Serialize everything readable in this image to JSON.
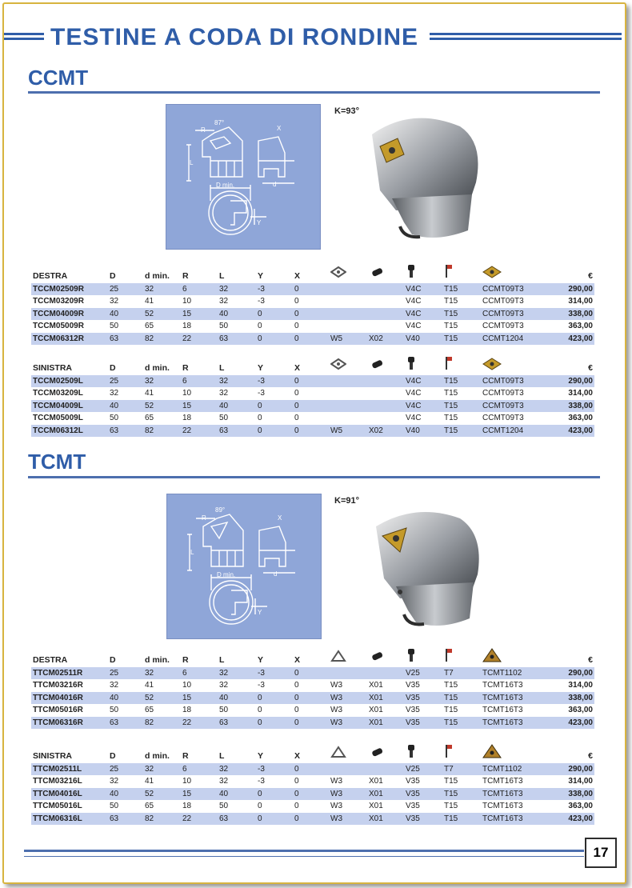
{
  "page": {
    "title": "TESTINE A CODA DI RONDINE",
    "page_number": "17",
    "currency_header": "€"
  },
  "colors": {
    "accent": "#2f5da8",
    "row_shade": "#c5d1ee",
    "diagram_bg": "#8fa6d8",
    "frame": "#d8b440"
  },
  "columns": [
    "D",
    "d min.",
    "R",
    "L",
    "Y",
    "X"
  ],
  "icons": [
    "insert-outline-icon",
    "screw-icon",
    "clamp-screw-icon",
    "key-icon",
    "insert-icon"
  ],
  "sections": [
    {
      "heading": "CCMT",
      "angle": "K=93°",
      "diagram": {
        "angle_label": "87°",
        "r_label": "R",
        "l_label": "L",
        "x_label": "X",
        "dmin_label": "D min.",
        "d_label": "d",
        "y_label": "Y"
      },
      "tables": [
        {
          "label": "DESTRA",
          "rows": [
            [
              "TCCM02509R",
              "25",
              "32",
              "6",
              "32",
              "-3",
              "0",
              "",
              "",
              "V4C",
              "T15",
              "CCMT09T3",
              "290,00"
            ],
            [
              "TCCM03209R",
              "32",
              "41",
              "10",
              "32",
              "-3",
              "0",
              "",
              "",
              "V4C",
              "T15",
              "CCMT09T3",
              "314,00"
            ],
            [
              "TCCM04009R",
              "40",
              "52",
              "15",
              "40",
              "0",
              "0",
              "",
              "",
              "V4C",
              "T15",
              "CCMT09T3",
              "338,00"
            ],
            [
              "TCCM05009R",
              "50",
              "65",
              "18",
              "50",
              "0",
              "0",
              "",
              "",
              "V4C",
              "T15",
              "CCMT09T3",
              "363,00"
            ],
            [
              "TCCM06312R",
              "63",
              "82",
              "22",
              "63",
              "0",
              "0",
              "W5",
              "X02",
              "V40",
              "T15",
              "CCMT1204",
              "423,00"
            ]
          ]
        },
        {
          "label": "SINISTRA",
          "rows": [
            [
              "TCCM02509L",
              "25",
              "32",
              "6",
              "32",
              "-3",
              "0",
              "",
              "",
              "V4C",
              "T15",
              "CCMT09T3",
              "290,00"
            ],
            [
              "TCCM03209L",
              "32",
              "41",
              "10",
              "32",
              "-3",
              "0",
              "",
              "",
              "V4C",
              "T15",
              "CCMT09T3",
              "314,00"
            ],
            [
              "TCCM04009L",
              "40",
              "52",
              "15",
              "40",
              "0",
              "0",
              "",
              "",
              "V4C",
              "T15",
              "CCMT09T3",
              "338,00"
            ],
            [
              "TCCM05009L",
              "50",
              "65",
              "18",
              "50",
              "0",
              "0",
              "",
              "",
              "V4C",
              "T15",
              "CCMT09T3",
              "363,00"
            ],
            [
              "TCCM06312L",
              "63",
              "82",
              "22",
              "63",
              "0",
              "0",
              "W5",
              "X02",
              "V40",
              "T15",
              "CCMT1204",
              "423,00"
            ]
          ]
        }
      ]
    },
    {
      "heading": "TCMT",
      "angle": "K=91°",
      "diagram": {
        "angle_label": "89°",
        "r_label": "R",
        "l_label": "L",
        "x_label": "X",
        "dmin_label": "D min.",
        "d_label": "d",
        "y_label": "Y"
      },
      "tables": [
        {
          "label": "DESTRA",
          "rows": [
            [
              "TTCM02511R",
              "25",
              "32",
              "6",
              "32",
              "-3",
              "0",
              "",
              "",
              "V25",
              "T7",
              "TCMT1102",
              "290,00"
            ],
            [
              "TTCM03216R",
              "32",
              "41",
              "10",
              "32",
              "-3",
              "0",
              "W3",
              "X01",
              "V35",
              "T15",
              "TCMT16T3",
              "314,00"
            ],
            [
              "TTCM04016R",
              "40",
              "52",
              "15",
              "40",
              "0",
              "0",
              "W3",
              "X01",
              "V35",
              "T15",
              "TCMT16T3",
              "338,00"
            ],
            [
              "TTCM05016R",
              "50",
              "65",
              "18",
              "50",
              "0",
              "0",
              "W3",
              "X01",
              "V35",
              "T15",
              "TCMT16T3",
              "363,00"
            ],
            [
              "TTCM06316R",
              "63",
              "82",
              "22",
              "63",
              "0",
              "0",
              "W3",
              "X01",
              "V35",
              "T15",
              "TCMT16T3",
              "423,00"
            ]
          ]
        },
        {
          "label": "SINISTRA",
          "rows": [
            [
              "TTCM02511L",
              "25",
              "32",
              "6",
              "32",
              "-3",
              "0",
              "",
              "",
              "V25",
              "T7",
              "TCMT1102",
              "290,00"
            ],
            [
              "TTCM03216L",
              "32",
              "41",
              "10",
              "32",
              "-3",
              "0",
              "W3",
              "X01",
              "V35",
              "T15",
              "TCMT16T3",
              "314,00"
            ],
            [
              "TTCM04016L",
              "40",
              "52",
              "15",
              "40",
              "0",
              "0",
              "W3",
              "X01",
              "V35",
              "T15",
              "TCMT16T3",
              "338,00"
            ],
            [
              "TTCM05016L",
              "50",
              "65",
              "18",
              "50",
              "0",
              "0",
              "W3",
              "X01",
              "V35",
              "T15",
              "TCMT16T3",
              "363,00"
            ],
            [
              "TTCM06316L",
              "63",
              "82",
              "22",
              "63",
              "0",
              "0",
              "W3",
              "X01",
              "V35",
              "T15",
              "TCMT16T3",
              "423,00"
            ]
          ]
        }
      ]
    }
  ]
}
